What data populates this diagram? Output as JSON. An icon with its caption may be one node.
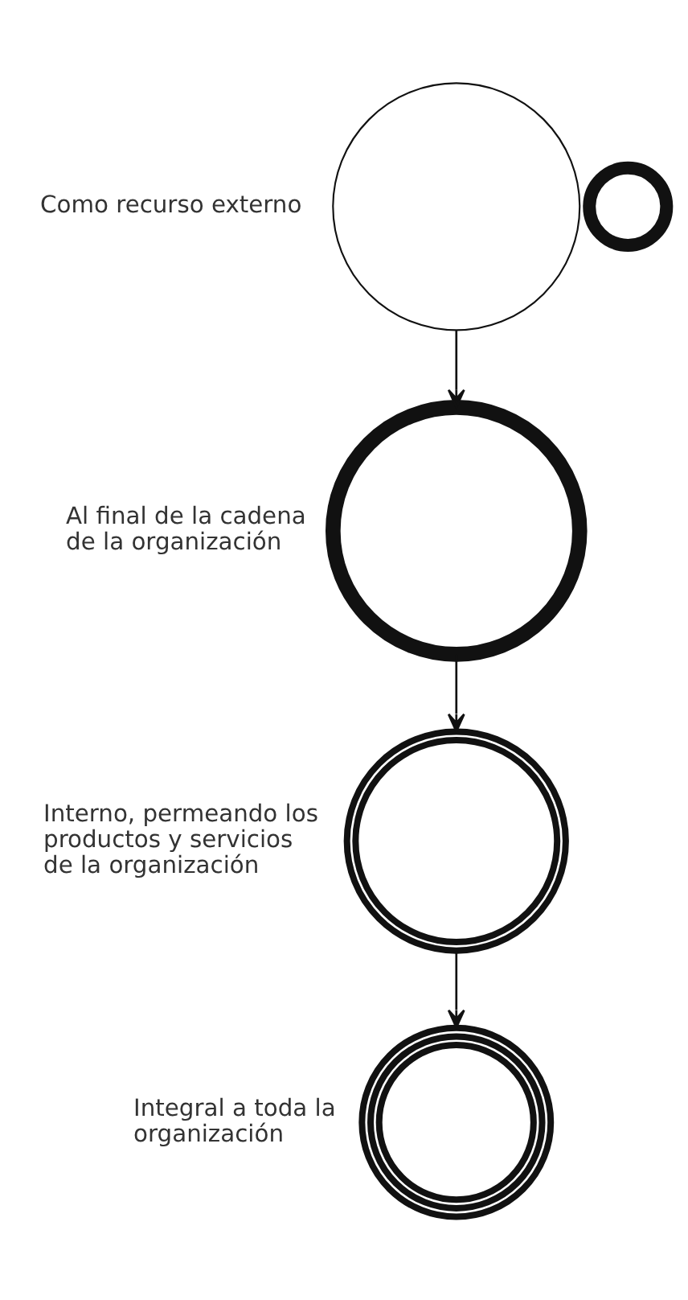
{
  "diagram": {
    "nodes": [
      {
        "text": [],
        "shape": "circle",
        "beside": [
          "Como recurso externo"
        ]
      },
      {
        "text": [],
        "shape": "circle"
      },
      {
        "text": [],
        "shape": "circle",
        "beside": [
          "Al final de la cadena de la organización"
        ]
      },
      {
        "text": [],
        "shape": "circle",
        "beside": [
          "Interno, permeando los productos y servicios de la organización"
        ]
      },
      {
        "text": [],
        "shape": "circle",
        "beside": [
          "Integral a toda la organización"
        ]
      }
    ],
    "edges": [
      {
        "from": 0,
        "to": 2,
        "arrow": "to"
      },
      {
        "from": 2,
        "to": 3,
        "arrow": "to"
      },
      {
        "from": 3,
        "to": 4,
        "arrow": "to"
      }
    ]
  }
}
